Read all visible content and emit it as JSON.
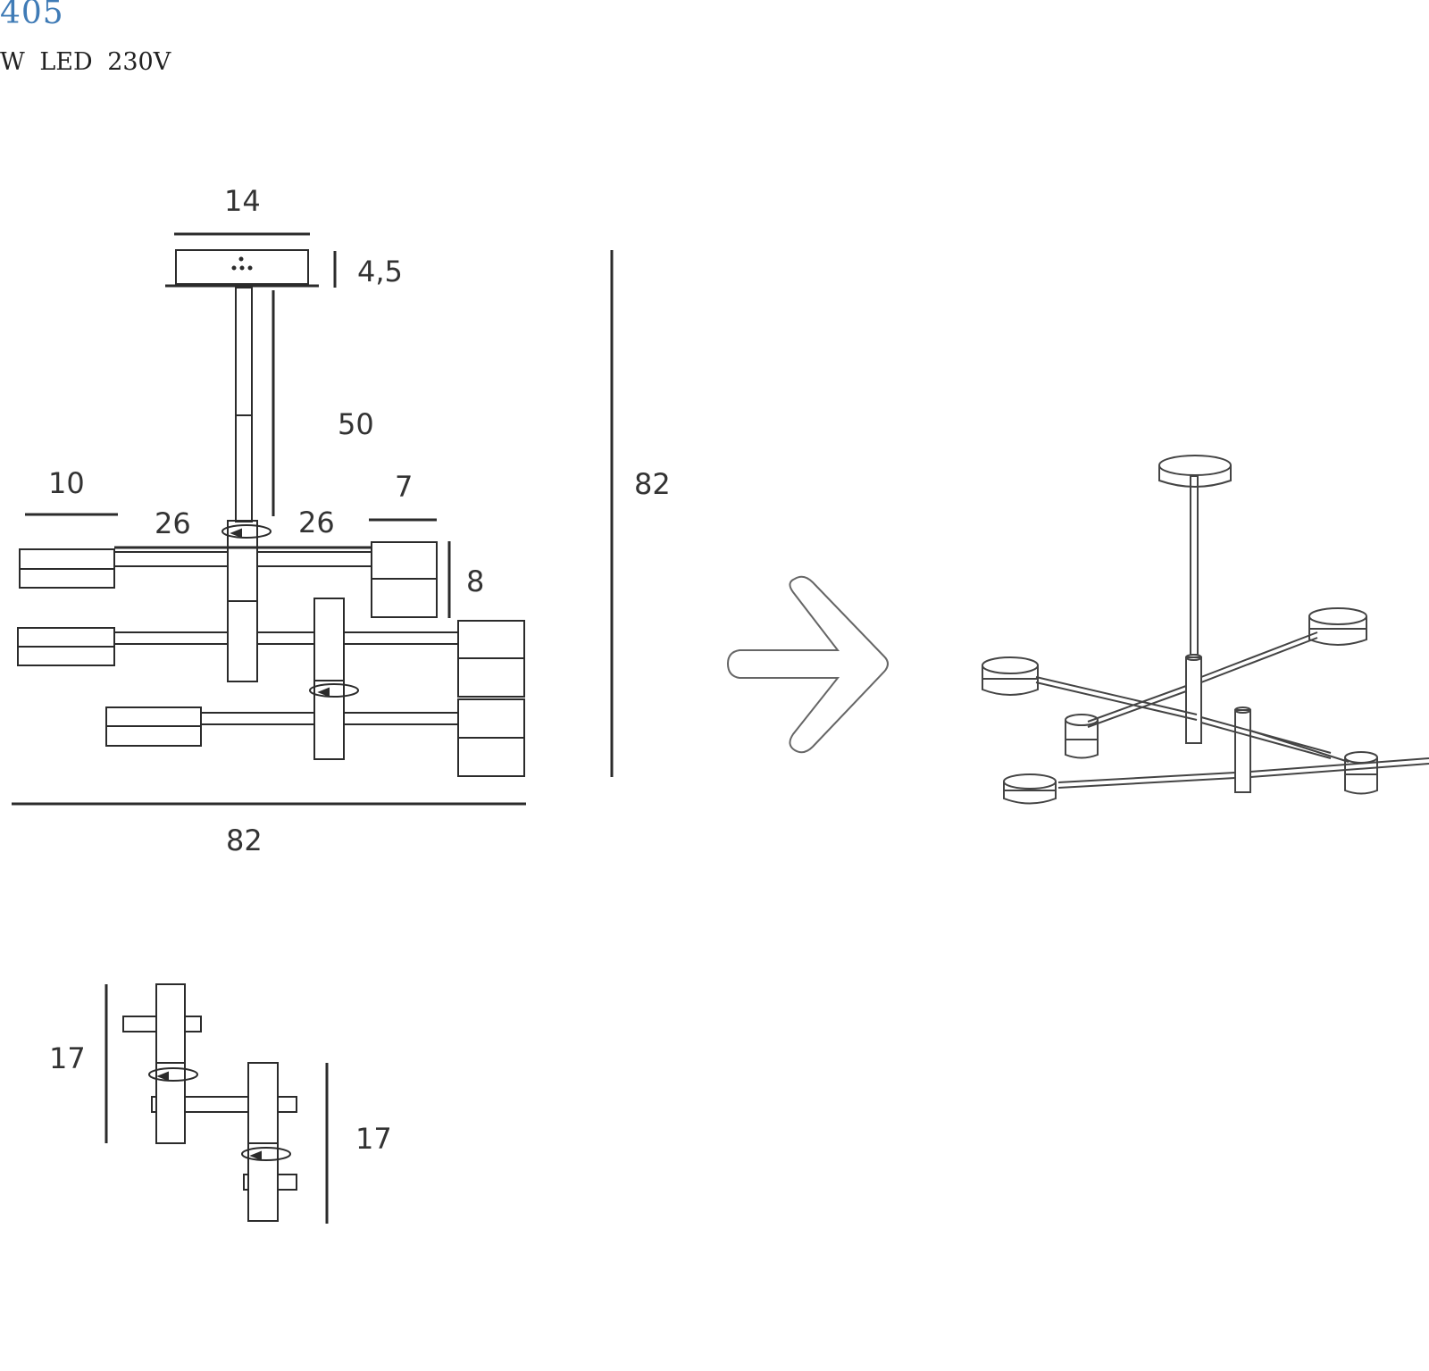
{
  "header": {
    "model_code": "405",
    "spec": "W LED 230V"
  },
  "dimensions": {
    "canopy_width": "14",
    "canopy_height": "4,5",
    "rod_length": "50",
    "total_height": "82",
    "total_width": "82",
    "left_arm_head": "10",
    "arm_left": "26",
    "arm_right": "26",
    "right_head_width": "7",
    "right_head_height": "8",
    "detail_left": "17",
    "detail_right": "17"
  },
  "colors": {
    "line": "#2b2b2b",
    "text": "#333333",
    "accent": "#3f7bb6"
  },
  "icons": {
    "arrow": "right-arrow-icon"
  }
}
